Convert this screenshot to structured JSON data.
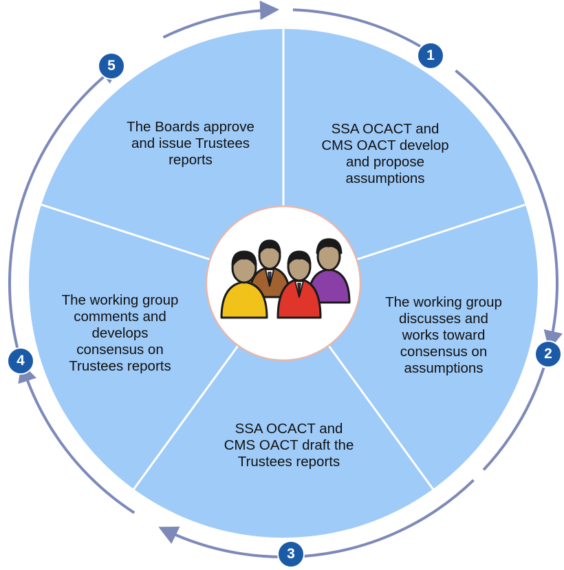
{
  "colors": {
    "segment_fill": "#9fcbf8",
    "divider": "#ffffff",
    "ring_arrow": "#7d89b8",
    "badge_fill": "#1b5aa6",
    "center_fill": "#ffffff",
    "center_border": "#e6b7ad"
  },
  "center_icon": "group-of-people-icon",
  "steps": [
    {
      "number": "1",
      "text": "SSA OCACT and\nCMS OACT develop\nand propose\nassumptions"
    },
    {
      "number": "2",
      "text": "The working group\ndiscusses and\nworks toward\nconsensus on\nassumptions"
    },
    {
      "number": "3",
      "text": "SSA OCACT and\nCMS OACT draft the\nTrustees reports"
    },
    {
      "number": "4",
      "text": "The working group\ncomments and\ndevelops\nconsensus on\nTrustees reports"
    },
    {
      "number": "5",
      "text": "The Boards approve\nand issue Trustees\nreports"
    }
  ]
}
